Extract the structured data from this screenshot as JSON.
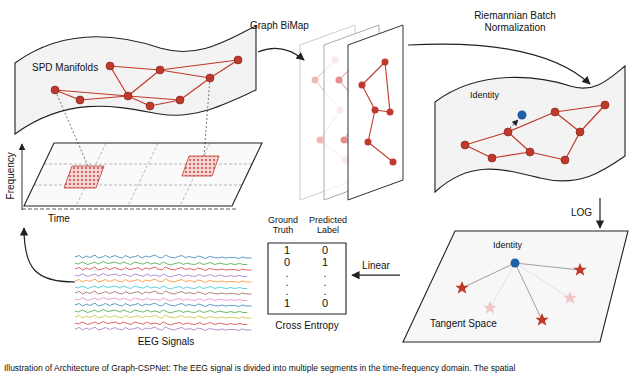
{
  "diagram": {
    "caption": "Illustration of Architecture of Graph-CSPNet: The EEG signal is divided into multiple segments in the time-frequency domain. The spatial",
    "nodes": [
      {
        "text": [
          "SPD Manifolds"
        ]
      },
      {
        "text": [
          "Frequency",
          "Time"
        ]
      },
      {
        "text": [
          "Identity"
        ]
      },
      {
        "text": [
          "Identity",
          "Tangent Space"
        ]
      },
      {
        "text": [
          "Ground Truth",
          "Predicted Label",
          "1",
          "0",
          "0",
          "1",
          ".",
          ".",
          ".",
          ".",
          ".",
          ".",
          "1",
          "0",
          "Cross Entropy"
        ]
      },
      {
        "text": [
          "EEG Signals"
        ]
      }
    ],
    "edges": [
      {
        "from": 2,
        "to": 3,
        "label": "LOG",
        "arrow": "to"
      },
      {
        "from": 3,
        "to": 4,
        "label": "Linear",
        "arrow": "to"
      },
      {
        "from": 5,
        "to": 1,
        "arrow": "to"
      }
    ],
    "labels": [
      "Graph BiMap",
      "Riemannian Batch Normalization"
    ]
  }
}
